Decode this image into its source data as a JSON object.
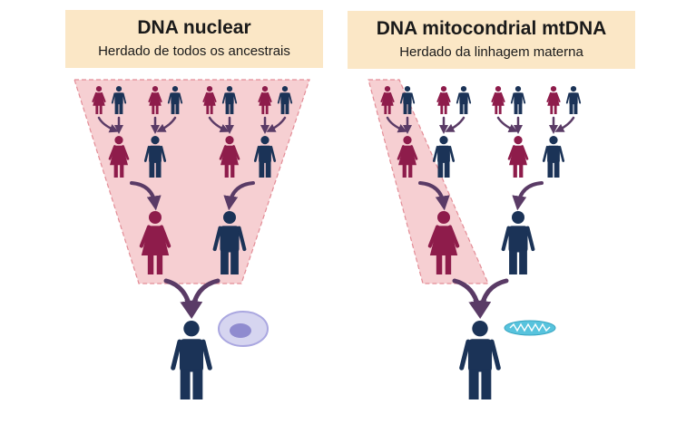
{
  "left_panel": {
    "title": "DNA nuclear",
    "subtitle": "Herdado de todos os ancestrais"
  },
  "right_panel": {
    "title": "DNA mitocondrial mtDNA",
    "subtitle": "Herdado da linhagem materna"
  },
  "colors": {
    "female": "#8e1c4b",
    "male": "#1b3357",
    "arrow": "#5a3b66",
    "highlight_fill": "#f6cfd2",
    "highlight_stroke": "#e38c96",
    "nucleus_outer": "#d6d5f0",
    "nucleus_inner": "#8f8bcf",
    "mitochondrion": "#57c3dd",
    "header_bg": "#fbe7c6"
  },
  "icons": {
    "female_figure": "female-figure-icon",
    "male_figure": "male-figure-icon",
    "cell_nucleus": "cell-nucleus-icon",
    "mitochondrion": "mitochondrion-icon"
  }
}
